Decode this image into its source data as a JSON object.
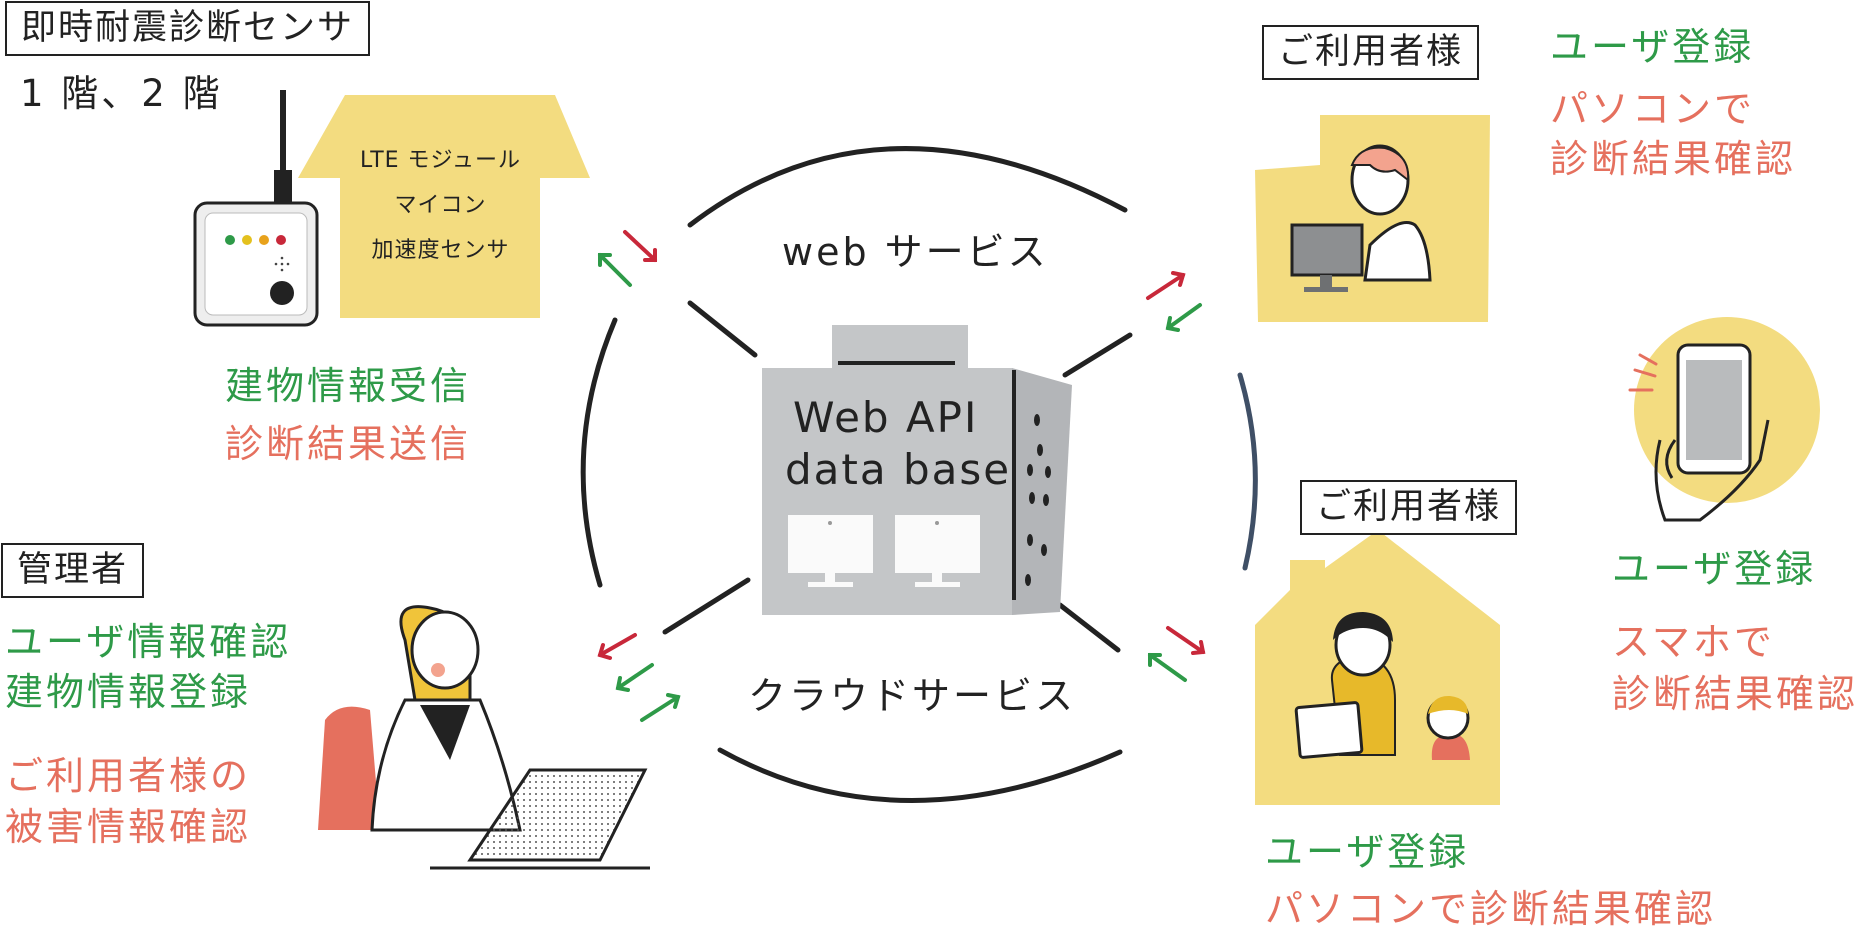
{
  "sensor": {
    "title": "即時耐震診断センサ",
    "floors": "1 階、2 階",
    "module_lines": [
      "LTE モジュール",
      "マイコン",
      "加速度センサ"
    ],
    "green_text": "建物情報受信",
    "red_text": "診断結果送信"
  },
  "center": {
    "web_service": "web サービス",
    "cloud_service": "クラウドサービス",
    "server_lines": [
      "Web API",
      "data base"
    ]
  },
  "admin": {
    "title": "管理者",
    "green_lines": [
      "ユーザ情報確認",
      "建物情報登録"
    ],
    "red_lines": [
      "ご利用者様の",
      "被害情報確認"
    ]
  },
  "user_pc": {
    "title": "ご利用者様",
    "green_text": "ユーザ登録",
    "red_lines": [
      "パソコンで",
      "診断結果確認"
    ]
  },
  "user_phone": {
    "green_text": "ユーザ登録",
    "red_lines": [
      "スマホで",
      "診断結果確認"
    ]
  },
  "user_home": {
    "title": "ご利用者様",
    "green_text": "ユーザ登録",
    "red_text": "パソコンで診断結果確認"
  },
  "colors": {
    "yellow": "#f3dc80",
    "green": "#2e9a48",
    "red": "#e5705e",
    "arrow_red": "#c8283a",
    "arrow_green": "#2e9a48",
    "server_gray": "#c4c6c8"
  }
}
